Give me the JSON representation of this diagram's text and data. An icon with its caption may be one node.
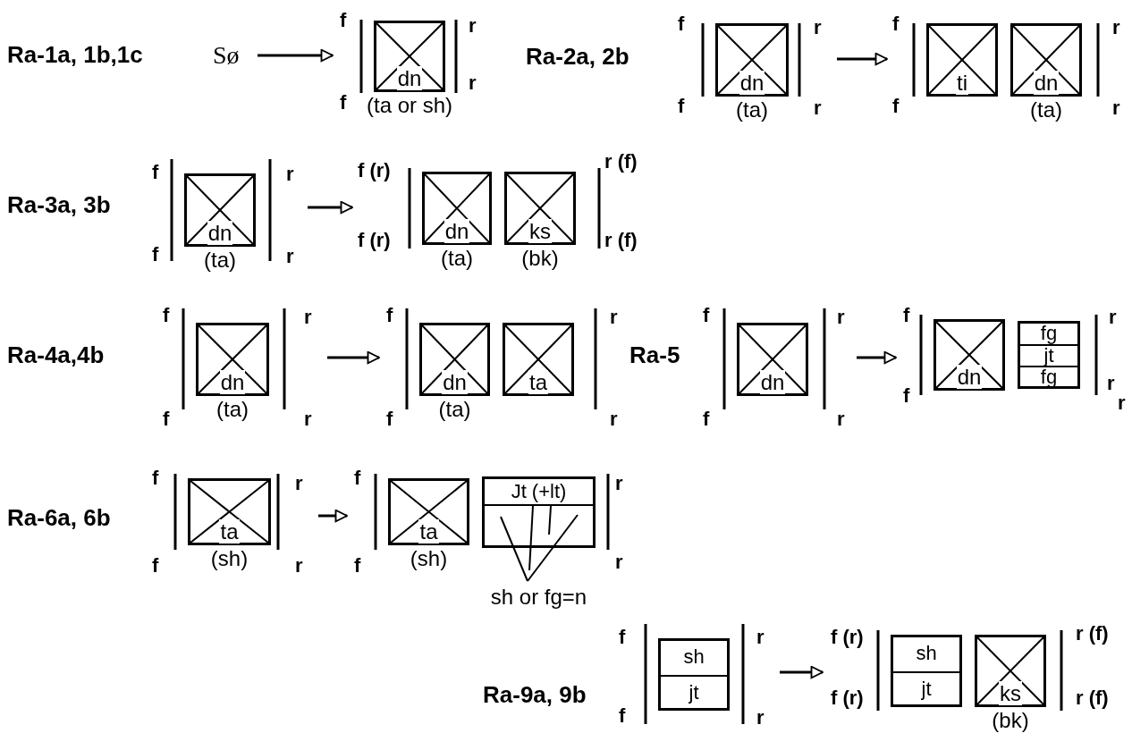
{
  "diagram": {
    "nodes": [
      {
        "text": [
          "Sø"
        ]
      },
      {
        "text": [
          "f",
          "r",
          "f",
          "r"
        ]
      },
      {
        "text": [
          "dn"
        ],
        "in": 1,
        "beside": [
          "(ta or sh)"
        ]
      },
      {
        "text": [
          "f",
          "r",
          "f",
          "r"
        ]
      },
      {
        "text": [
          "dn"
        ],
        "in": 3,
        "beside": [
          "(ta)"
        ]
      },
      {
        "text": [
          "f",
          "r",
          "f",
          "r"
        ]
      },
      {
        "text": [
          "ti"
        ],
        "in": 5
      },
      {
        "text": [
          "dn"
        ],
        "in": 5,
        "beside": [
          "(ta)"
        ]
      },
      {
        "text": [
          "f",
          "r",
          "f",
          "r"
        ]
      },
      {
        "text": [
          "dn"
        ],
        "in": 8,
        "beside": [
          "(ta)"
        ]
      },
      {
        "text": [
          "f (r)",
          "r (f)",
          "f (r)",
          "r (f)"
        ]
      },
      {
        "text": [
          "dn"
        ],
        "in": 10,
        "beside": [
          "(ta)"
        ]
      },
      {
        "text": [
          "ks"
        ],
        "in": 10,
        "beside": [
          "(bk)"
        ]
      },
      {
        "text": [
          "f",
          "r",
          "f",
          "r"
        ]
      },
      {
        "text": [
          "dn"
        ],
        "in": 13,
        "beside": [
          "(ta)"
        ]
      },
      {
        "text": [
          "f",
          "r",
          "f",
          "r"
        ]
      },
      {
        "text": [
          "dn"
        ],
        "in": 15,
        "beside": [
          "(ta)"
        ]
      },
      {
        "text": [
          "ta"
        ],
        "in": 15
      },
      {
        "text": [
          "f",
          "r",
          "f",
          "r"
        ]
      },
      {
        "text": [
          "dn"
        ],
        "in": 18
      },
      {
        "text": [
          "f",
          "r",
          "f",
          "r",
          "r"
        ]
      },
      {
        "text": [
          "dn"
        ],
        "in": 20
      },
      {
        "text": [
          "fg",
          "jt",
          "fg"
        ],
        "in": 20
      },
      {
        "text": [
          "f",
          "r",
          "f",
          "r"
        ]
      },
      {
        "text": [
          "ta"
        ],
        "in": 23,
        "beside": [
          "(sh)"
        ]
      },
      {
        "text": [
          "f",
          "r",
          "f",
          "r"
        ]
      },
      {
        "text": [
          "ta"
        ],
        "in": 25,
        "beside": [
          "(sh)"
        ]
      },
      {
        "text": [
          "Jt (+lt)"
        ],
        "in": 25,
        "beside": [
          "sh or fg=n"
        ]
      },
      {
        "text": [
          "f",
          "r",
          "f",
          "r"
        ]
      },
      {
        "text": [
          "sh",
          "jt"
        ],
        "in": 28
      },
      {
        "text": [
          "f (r)",
          "r (f)",
          "f (r)",
          "r (f)"
        ]
      },
      {
        "text": [
          "sh",
          "jt"
        ],
        "in": 30
      },
      {
        "text": [
          "ks"
        ],
        "in": 30,
        "beside": [
          "(bk)"
        ]
      }
    ],
    "edges": [
      {
        "from": 0,
        "to": 1,
        "arrow": "to"
      },
      {
        "from": 3,
        "to": 5,
        "arrow": "to"
      },
      {
        "from": 8,
        "to": 10,
        "arrow": "to"
      },
      {
        "from": 13,
        "to": 15,
        "arrow": "to"
      },
      {
        "from": 18,
        "to": 20,
        "arrow": "to"
      },
      {
        "from": 23,
        "to": 25,
        "arrow": "to"
      },
      {
        "from": 28,
        "to": 30,
        "arrow": "to"
      }
    ],
    "labels": [
      "Ra-1a, 1b,1c",
      "Ra-2a, 2b",
      "Ra-3a, 3b",
      "Ra-4a,4b",
      "Ra-5",
      "Ra-6a, 6b",
      "Ra-9a, 9b"
    ]
  }
}
